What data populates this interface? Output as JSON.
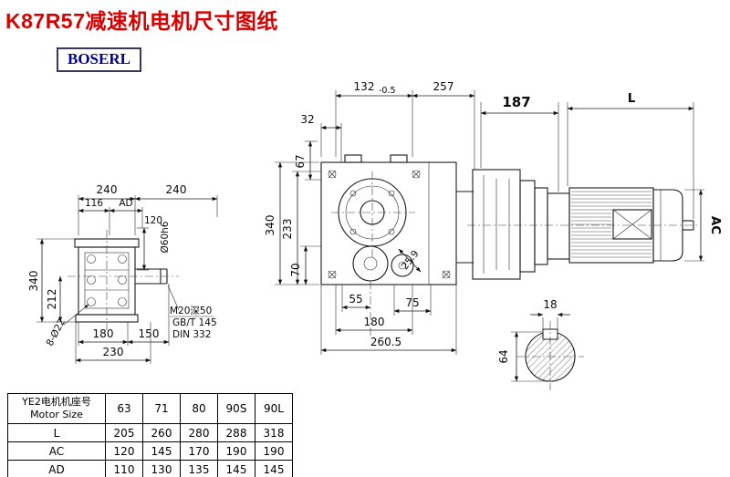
{
  "page": {
    "title": "K87R57减速机电机尺寸图纸",
    "logo": "BOSERL"
  },
  "front_view": {
    "dim_240_left": "240",
    "dim_240_right": "240",
    "dim_116": "116",
    "dim_AD": "AD",
    "dim_120": "120",
    "dim_shaft": "Ø60h6",
    "dim_340": "340",
    "dim_212": "212",
    "dim_180": "180",
    "dim_150": "150",
    "dim_230": "230",
    "dim_holes": "8-Ø22",
    "note_m20": "M20深50",
    "note_gbt": "GB/T 145",
    "note_din": "DIN 332"
  },
  "side_view": {
    "dim_132": "132",
    "dim_132_tol": "-0.5",
    "dim_257": "257",
    "dim_32": "32",
    "dim_67": "67",
    "dim_340": "340",
    "dim_233": "233",
    "dim_70": "70",
    "dim_25_9": "25.9",
    "dim_55": "55",
    "dim_75": "75",
    "dim_180": "180",
    "dim_260_5": "260.5"
  },
  "motor_view": {
    "dim_187": "187",
    "dim_L": "L",
    "dim_AC": "AC",
    "dim_18": "18",
    "dim_64": "64"
  },
  "table": {
    "header_label_cn": "YE2电机机座号",
    "header_label_en": "Motor Size",
    "columns": [
      "63",
      "71",
      "80",
      "90S",
      "90L"
    ],
    "rows": [
      {
        "label": "L",
        "values": [
          "205",
          "260",
          "280",
          "288",
          "318"
        ]
      },
      {
        "label": "AC",
        "values": [
          "120",
          "145",
          "170",
          "190",
          "190"
        ]
      },
      {
        "label": "AD",
        "values": [
          "110",
          "130",
          "135",
          "145",
          "145"
        ]
      }
    ]
  }
}
